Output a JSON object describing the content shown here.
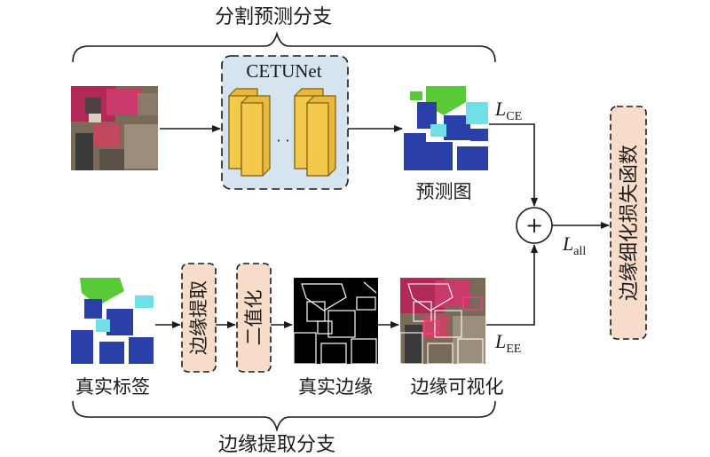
{
  "top_branch": {
    "title": "分割预测分支"
  },
  "bottom_branch": {
    "title": "边缘提取分支"
  },
  "network": {
    "label": "CETUNet",
    "ellipsis": "· ·"
  },
  "images": {
    "predicted_map": "预测图",
    "ground_truth_label": "真实标签",
    "ground_truth_edge": "真实边缘",
    "edge_visualization": "边缘可视化"
  },
  "steps": {
    "edge_extraction": "边缘提取",
    "binarization": "二值化"
  },
  "losses": {
    "ce": {
      "symbol": "L",
      "subscript": "CE"
    },
    "ee": {
      "symbol": "L",
      "subscript": "EE"
    },
    "all": {
      "symbol": "L",
      "subscript": "all"
    },
    "sum_symbol": "+",
    "final": "边缘细化损失函数"
  },
  "colors": {
    "network_fill": "#d6e4ef",
    "step_fill": "#f8dcca",
    "layer_fill": "#f2c94c",
    "layer_stroke": "#b08a1c"
  }
}
